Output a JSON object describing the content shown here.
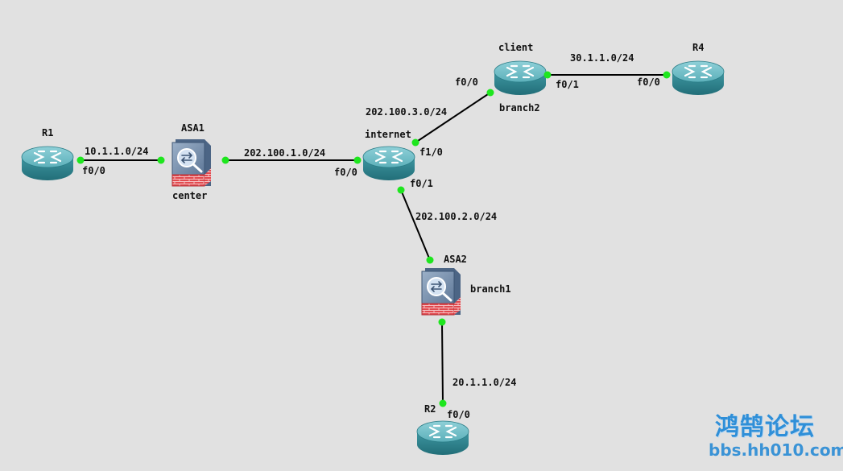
{
  "devices": {
    "r1": {
      "name": "R1"
    },
    "asa1": {
      "name": "ASA1",
      "role": "center"
    },
    "internet": {
      "name": "internet"
    },
    "client": {
      "name": "client",
      "role": "branch2"
    },
    "r4": {
      "name": "R4"
    },
    "asa2": {
      "name": "ASA2",
      "role": "branch1"
    },
    "r2": {
      "name": "R2"
    }
  },
  "networks": {
    "r1_asa1": "10.1.1.0/24",
    "asa1_internet": "202.100.1.0/24",
    "internet_client": "202.100.3.0/24",
    "client_r4": "30.1.1.0/24",
    "internet_asa2": "202.100.2.0/24",
    "asa2_r2": "20.1.1.0/24"
  },
  "interfaces": {
    "r1_f00": "f0/0",
    "internet_f00": "f0/0",
    "internet_f10": "f1/0",
    "internet_f01": "f0/1",
    "client_f00": "f0/0",
    "client_f01": "f0/1",
    "r4_f00": "f0/0",
    "r2_f00": "f0/0"
  },
  "watermark": {
    "cn": "鸿鹄论坛",
    "url": "bbs.hh010.com"
  },
  "colors": {
    "background": "#e1e1e1",
    "router": "#4a9aa4",
    "link_dot": "#1ee61e",
    "link": "#000000",
    "firewall_wall": "#e0474c",
    "watermark": "#2f8fd8"
  },
  "icons": {
    "router": "router-icon",
    "firewall": "asa-firewall-icon"
  }
}
